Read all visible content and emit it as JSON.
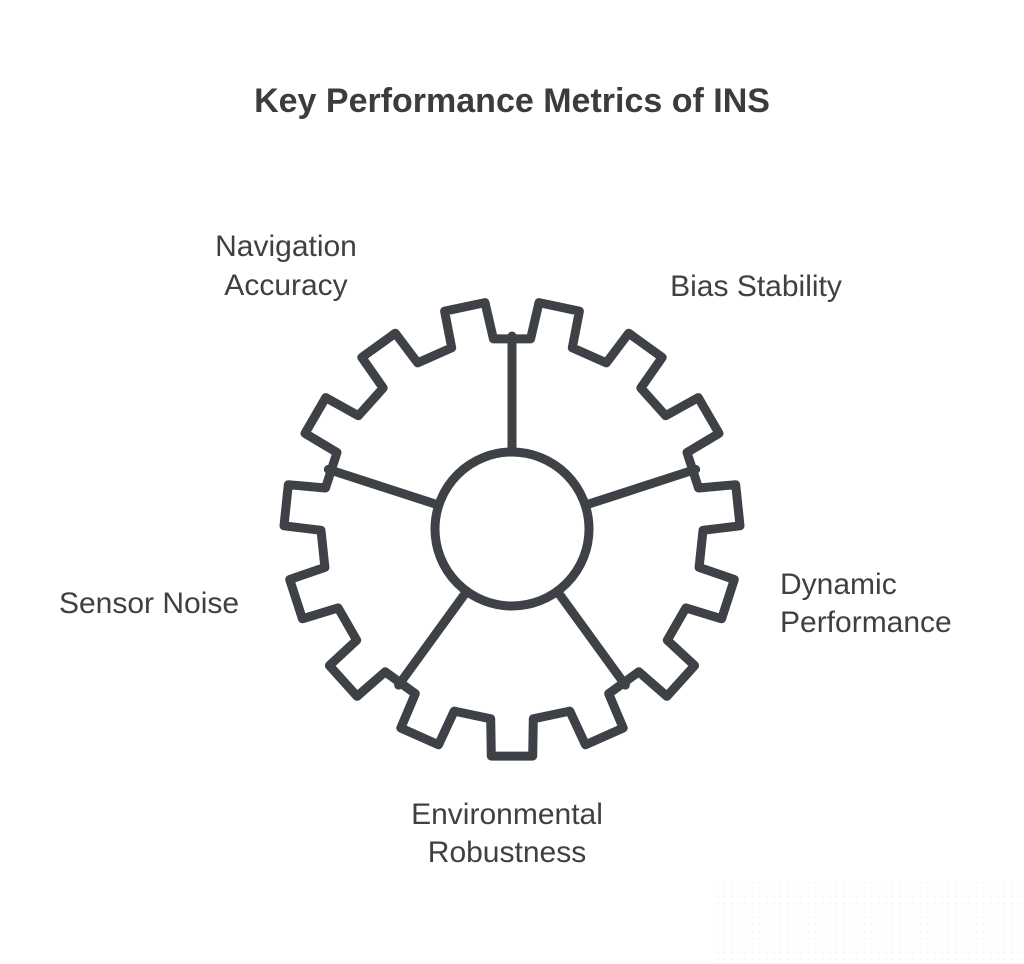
{
  "title": "Key Performance Metrics of INS",
  "labels": {
    "navigation_accuracy": {
      "line1": "Navigation",
      "line2": "Accuracy"
    },
    "bias_stability": {
      "line1": "Bias Stability"
    },
    "dynamic_performance": {
      "line1": "Dynamic",
      "line2": "Performance"
    },
    "sensor_noise": {
      "line1": "Sensor Noise"
    },
    "environmental_robustness": {
      "line1": "Environmental",
      "line2": "Robustness"
    }
  },
  "gear": {
    "teeth": 15,
    "spokes": 5,
    "spoke_angles_deg": [
      90,
      162,
      234,
      306,
      18
    ],
    "stroke_color": "#3e4145",
    "fill_color": "#ffffff"
  },
  "colors": {
    "background": "#ffffff",
    "title_text": "#3a3c3e",
    "label_text": "#3e4043"
  }
}
